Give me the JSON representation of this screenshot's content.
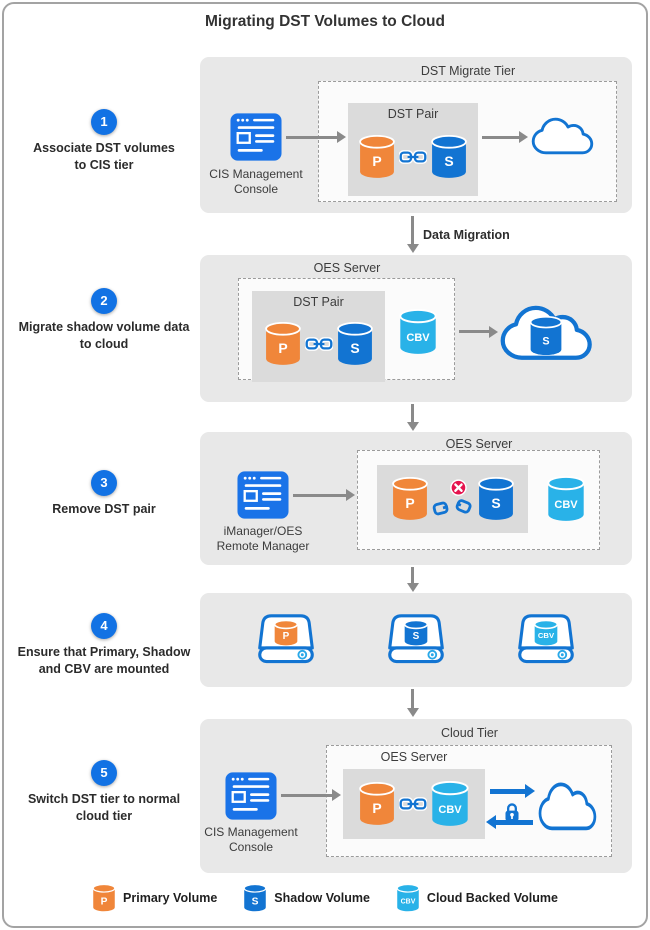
{
  "title": "Migrating DST Volumes to Cloud",
  "steps": [
    {
      "number": "1",
      "line1": "Associate DST volumes",
      "line2": "to CIS tier"
    },
    {
      "number": "2",
      "line1": "Migrate shadow volume data",
      "line2": "to cloud"
    },
    {
      "number": "3",
      "line1": "Remove DST pair",
      "line2": ""
    },
    {
      "number": "4",
      "line1": "Ensure that Primary, Shadow",
      "line2": "and CBV are mounted"
    },
    {
      "number": "5",
      "line1": "Switch DST tier to normal",
      "line2": "cloud tier"
    }
  ],
  "labels": {
    "data_migration": "Data Migration",
    "dst_migrate_tier": "DST Migrate Tier",
    "dst_pair": "DST Pair",
    "oes_server": "OES Server",
    "cloud_tier": "Cloud Tier"
  },
  "consoles": {
    "cis_line1": "CIS Management",
    "cis_line2": "Console",
    "imanager_line1": "iManager/OES",
    "imanager_line2": "Remote Manager"
  },
  "volumes": {
    "primary": "P",
    "shadow": "S",
    "cbv": "CBV"
  },
  "legend": [
    {
      "symbol": "P",
      "label": "Primary Volume"
    },
    {
      "symbol": "S",
      "label": "Shadow Volume"
    },
    {
      "symbol": "CBV",
      "label": "Cloud Backed Volume"
    }
  ],
  "colors": {
    "primary_volume": "#F0863A",
    "shadow_volume": "#1274D2",
    "cbv_volume": "#29B2E8",
    "console_blue": "#1A73E8",
    "step_badge_blue": "#1272E4",
    "error_red": "#E5134D",
    "arrow_gray": "#8A8A8A",
    "panel_gray": "#E8E8E8",
    "inner_box_gray": "#DBDBDB"
  }
}
